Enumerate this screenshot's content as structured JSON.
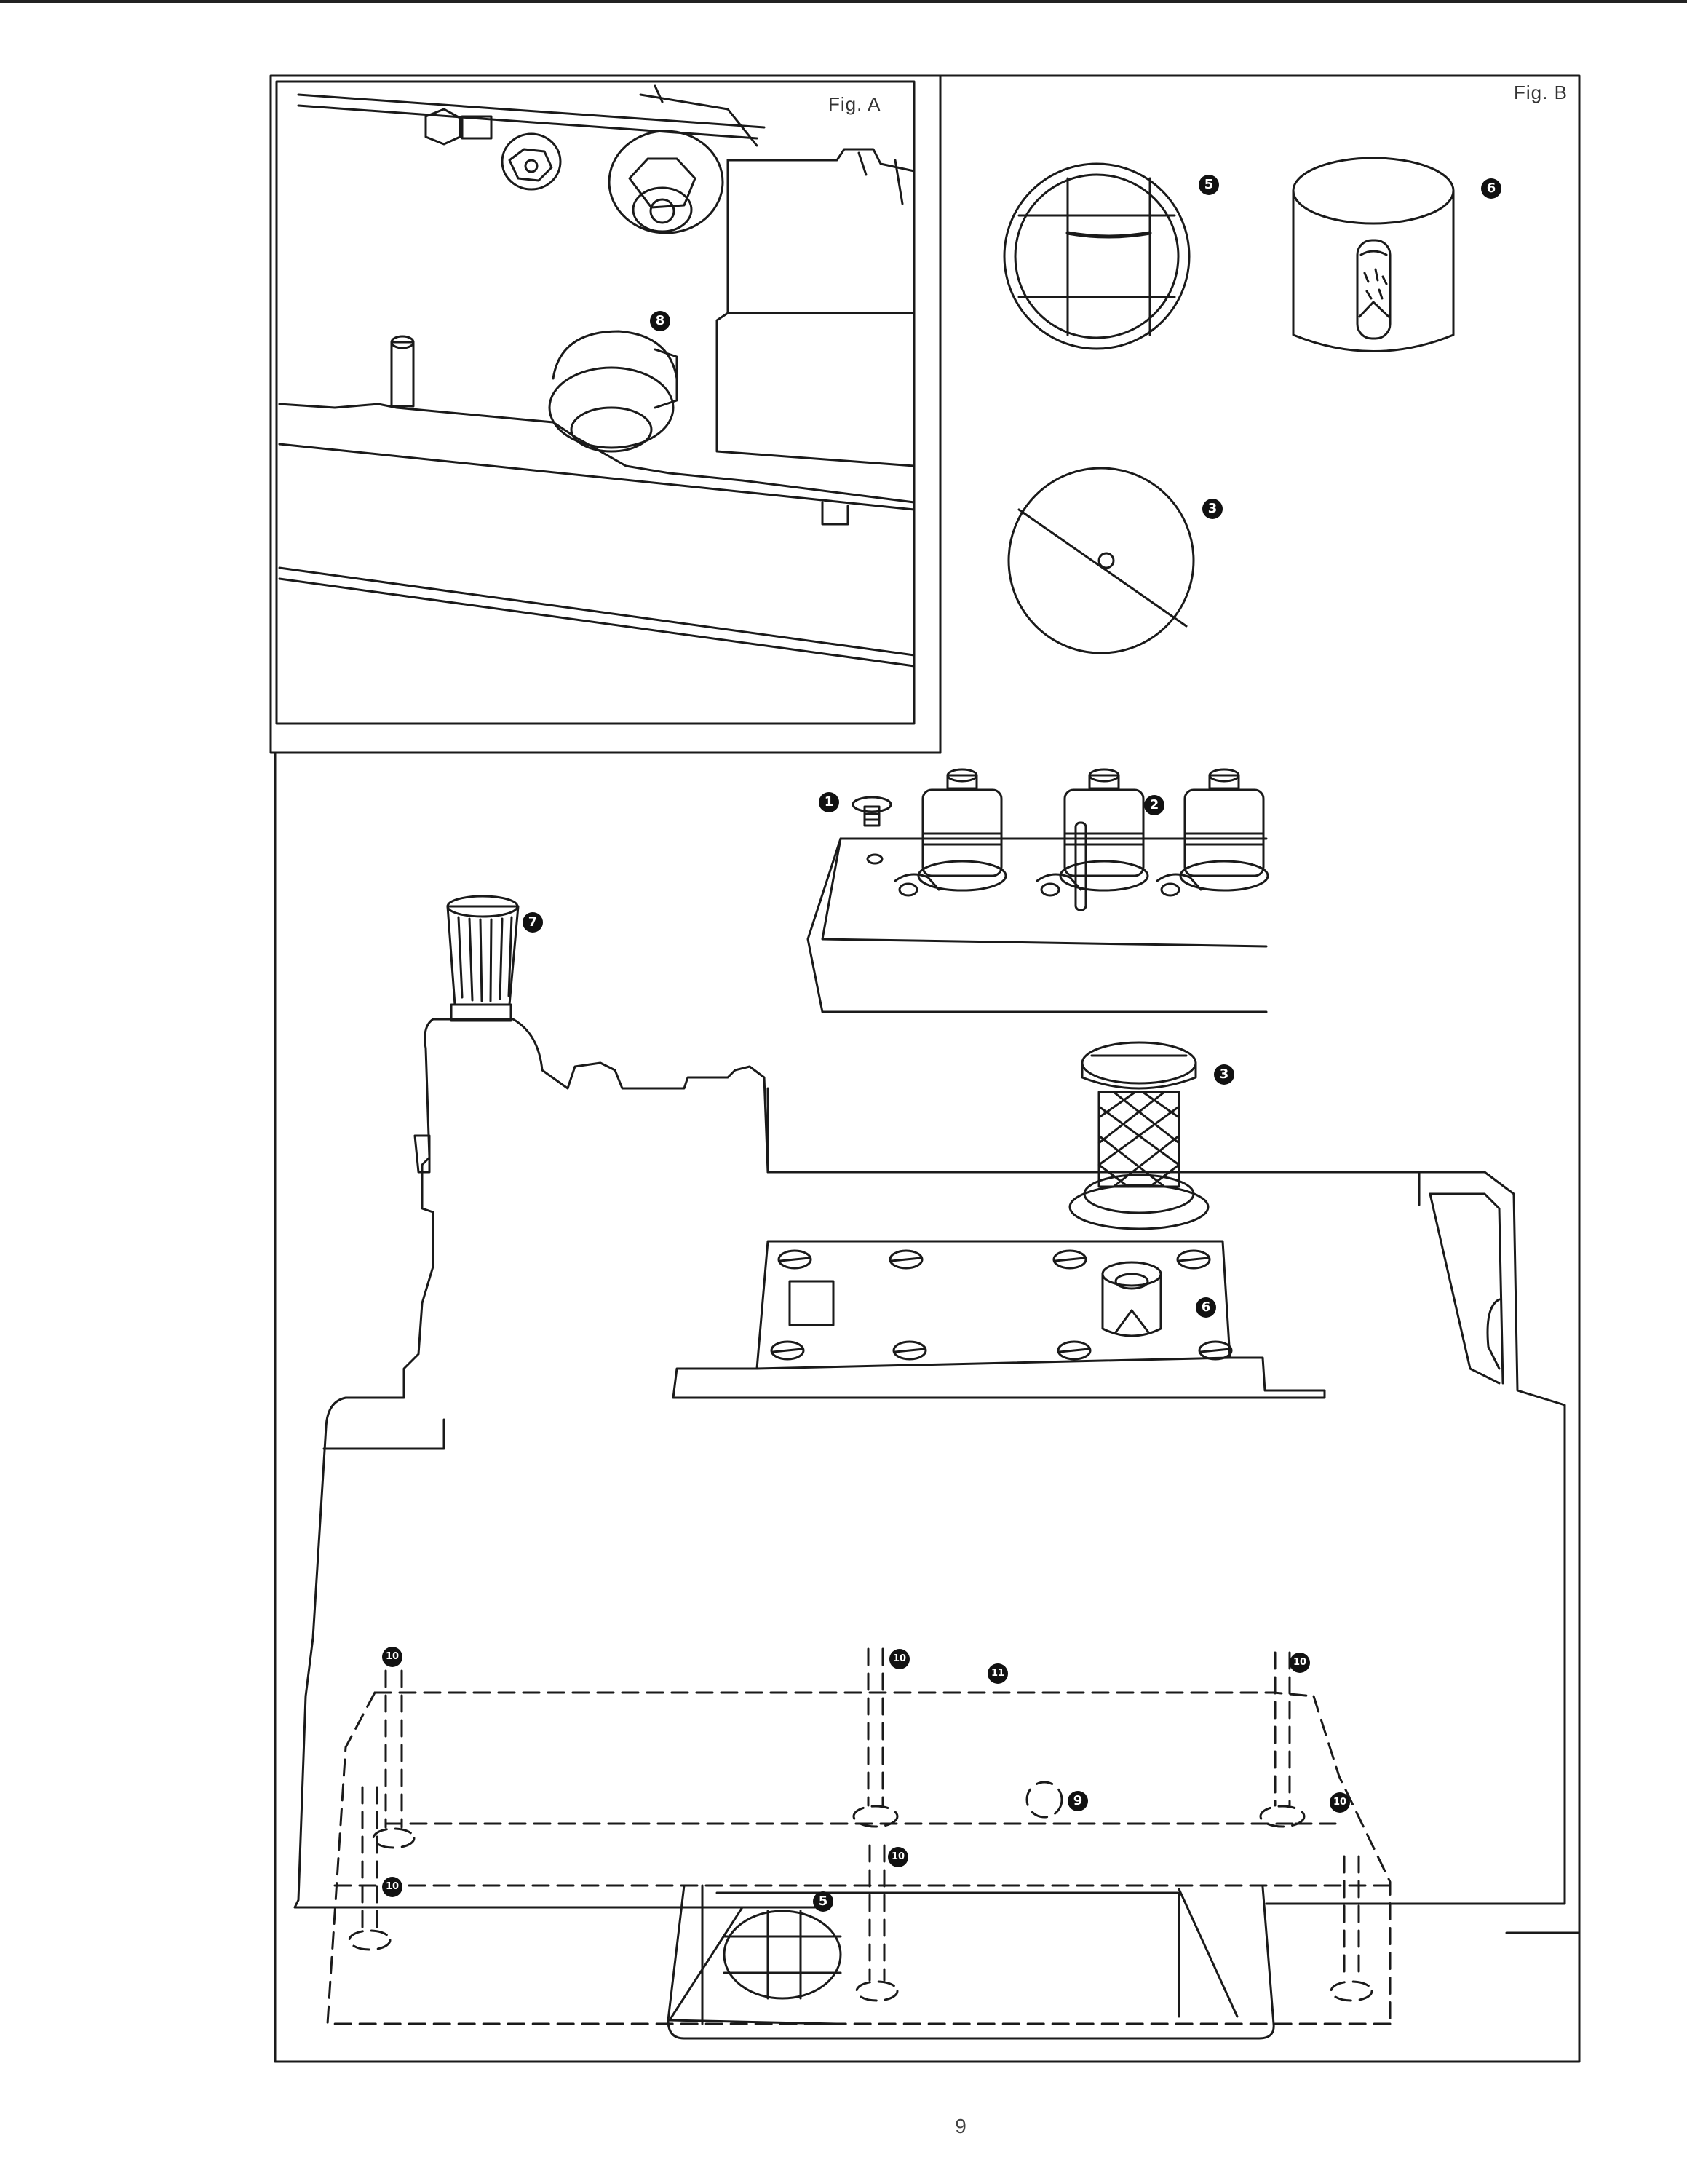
{
  "figure_a": {
    "label": "Fig. A"
  },
  "figure_b": {
    "label": "Fig. B"
  },
  "callouts": [
    {
      "id": "c8",
      "text": "8"
    },
    {
      "id": "c5b",
      "text": "5"
    },
    {
      "id": "c6b",
      "text": "6"
    },
    {
      "id": "c3b",
      "text": "3"
    },
    {
      "id": "c1",
      "text": "1"
    },
    {
      "id": "c2",
      "text": "2"
    },
    {
      "id": "c7",
      "text": "7"
    },
    {
      "id": "c3",
      "text": "3"
    },
    {
      "id": "c6",
      "text": "6"
    },
    {
      "id": "c10a",
      "text": "10"
    },
    {
      "id": "c10b",
      "text": "10"
    },
    {
      "id": "c11",
      "text": "11"
    },
    {
      "id": "c10c",
      "text": "10"
    },
    {
      "id": "c9",
      "text": "9"
    },
    {
      "id": "c10d",
      "text": "10"
    },
    {
      "id": "c10e",
      "text": "10"
    },
    {
      "id": "c10f",
      "text": "10"
    },
    {
      "id": "c5",
      "text": "5"
    }
  ],
  "page_number": "9"
}
